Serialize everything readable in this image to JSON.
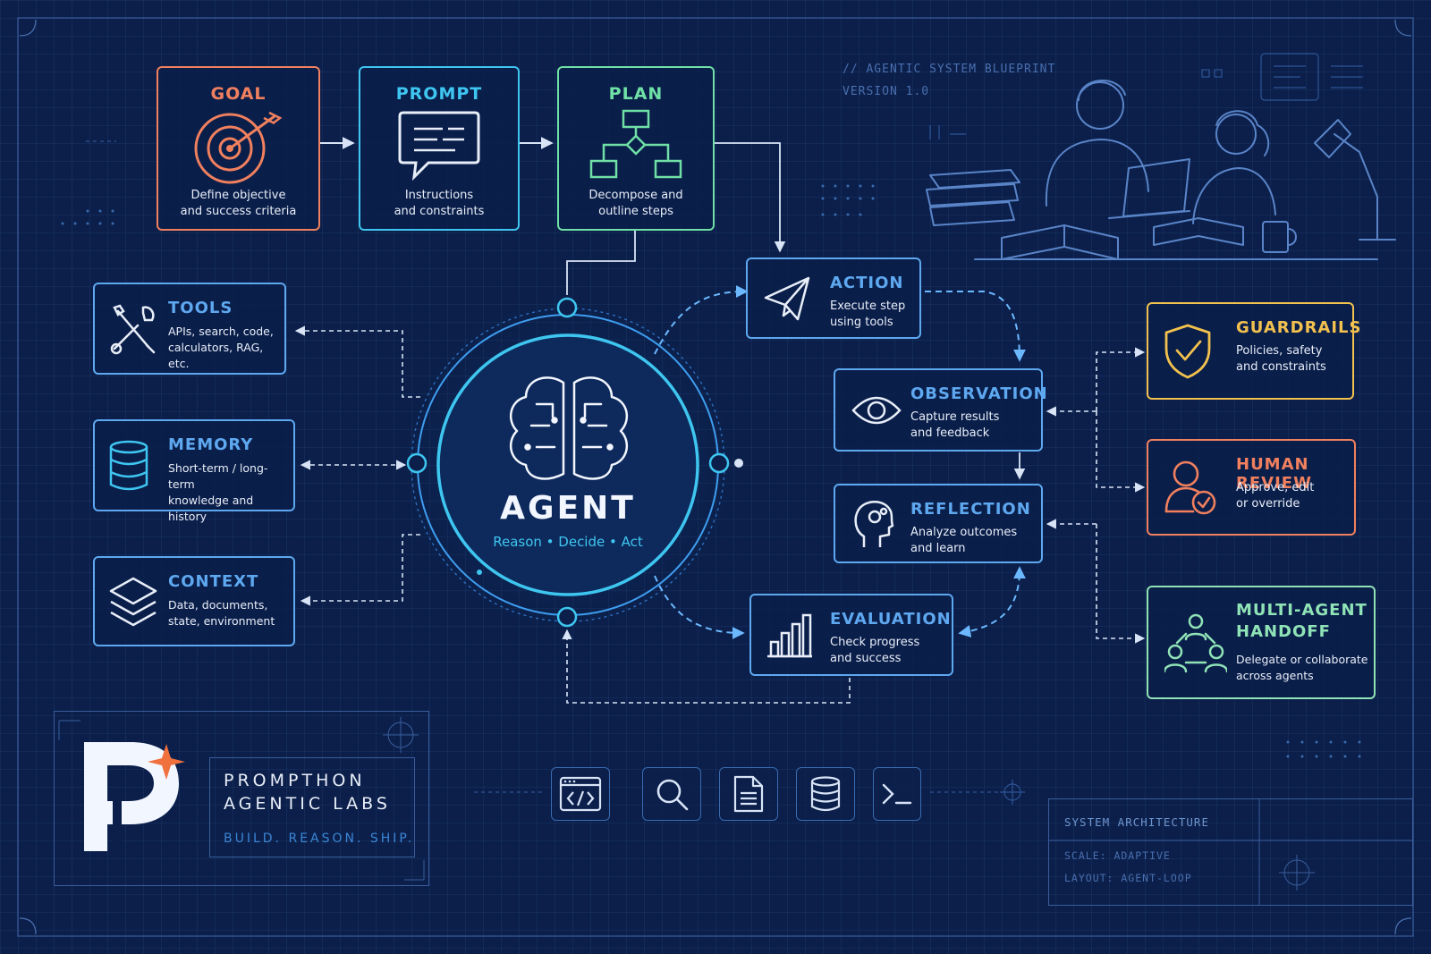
{
  "header": {
    "blueprint_title": "// AGENTIC SYSTEM BLUEPRINT",
    "version": "VERSION 1.0"
  },
  "colors": {
    "goal": "#f0805e",
    "prompt": "#3ec6f0",
    "plan": "#6fe0a6",
    "blue": "#5ea8f0",
    "guardrails": "#f2c14e",
    "human_review": "#f0805e",
    "multi_agent": "#8fe3b6"
  },
  "flow": {
    "goal": {
      "title": "GOAL",
      "desc_line1": "Define objective",
      "desc_line2": "and success criteria",
      "icon": "target-icon"
    },
    "prompt": {
      "title": "PROMPT",
      "desc_line1": "Instructions",
      "desc_line2": "and constraints",
      "icon": "chat-icon"
    },
    "plan": {
      "title": "PLAN",
      "desc_line1": "Decompose and",
      "desc_line2": "outline steps",
      "icon": "flowchart-icon"
    }
  },
  "agent": {
    "title": "AGENT",
    "subtitle": "Reason • Decide • Act",
    "icon": "brain-icon"
  },
  "resources": {
    "tools": {
      "title": "TOOLS",
      "desc_line1": "APIs, search, code,",
      "desc_line2": "calculators, RAG, etc.",
      "icon": "wrench-icon"
    },
    "memory": {
      "title": "MEMORY",
      "desc_line1": "Short-term / long-term",
      "desc_line2": "knowledge and history",
      "icon": "database-icon"
    },
    "context": {
      "title": "CONTEXT",
      "desc_line1": "Data, documents,",
      "desc_line2": "state, environment",
      "icon": "layers-icon"
    }
  },
  "loop": {
    "action": {
      "title": "ACTION",
      "desc_line1": "Execute step",
      "desc_line2": "using tools",
      "icon": "paper-plane-icon"
    },
    "observation": {
      "title": "OBSERVATION",
      "desc_line1": "Capture results",
      "desc_line2": "and feedback",
      "icon": "eye-icon"
    },
    "reflection": {
      "title": "REFLECTION",
      "desc_line1": "Analyze outcomes",
      "desc_line2": "and learn",
      "icon": "head-gears-icon"
    },
    "evaluation": {
      "title": "EVALUATION",
      "desc_line1": "Check progress",
      "desc_line2": "and success",
      "icon": "bar-chart-icon"
    }
  },
  "oversight": {
    "guardrails": {
      "title": "GUARDRAILS",
      "desc_line1": "Policies, safety",
      "desc_line2": "and constraints",
      "icon": "shield-check-icon"
    },
    "human_review": {
      "title": "HUMAN REVIEW",
      "desc_line1": "Approve, edit",
      "desc_line2": "or override",
      "icon": "user-check-icon"
    },
    "multi_agent": {
      "title_line1": "MULTI-AGENT",
      "title_line2": "HANDOFF",
      "desc_line1": "Delegate or collaborate",
      "desc_line2": "across agents",
      "icon": "team-icon"
    }
  },
  "brand": {
    "line1": "PROMPTHON",
    "line2": "AGENTIC LABS",
    "tagline": "BUILD. REASON. SHIP.",
    "logo": "P-star-logo"
  },
  "toolbar": {
    "icons": [
      "code-icon",
      "search-icon",
      "document-icon",
      "database-icon",
      "terminal-icon"
    ]
  },
  "title_block": {
    "heading": "SYSTEM ARCHITECTURE",
    "scale": "SCALE: ADAPTIVE",
    "layout": "LAYOUT: AGENT-LOOP"
  }
}
